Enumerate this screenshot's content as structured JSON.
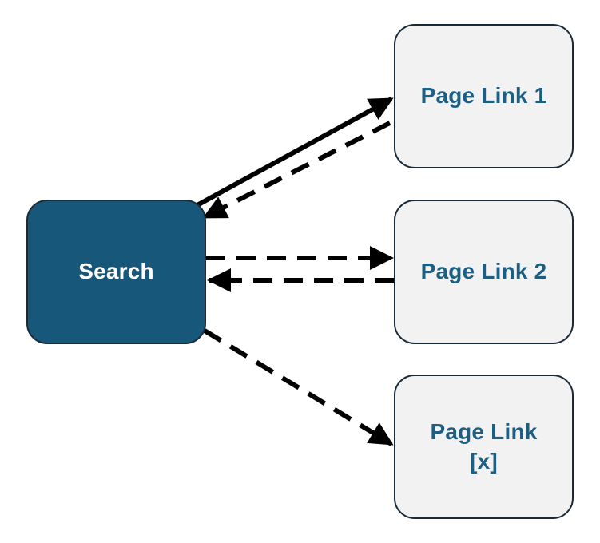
{
  "nodes": {
    "search": {
      "label": "Search"
    },
    "page_link_1": {
      "label": "Page Link 1"
    },
    "page_link_2": {
      "label": "Page Link 2"
    },
    "page_link_x": {
      "label_line_1": "Page Link",
      "label_line_2": "[x]"
    }
  },
  "colors": {
    "search_fill": "#17587a",
    "page_fill": "#f2f2f2",
    "page_text": "#1d5f82",
    "border": "#1b2a38",
    "arrow": "#000000"
  }
}
